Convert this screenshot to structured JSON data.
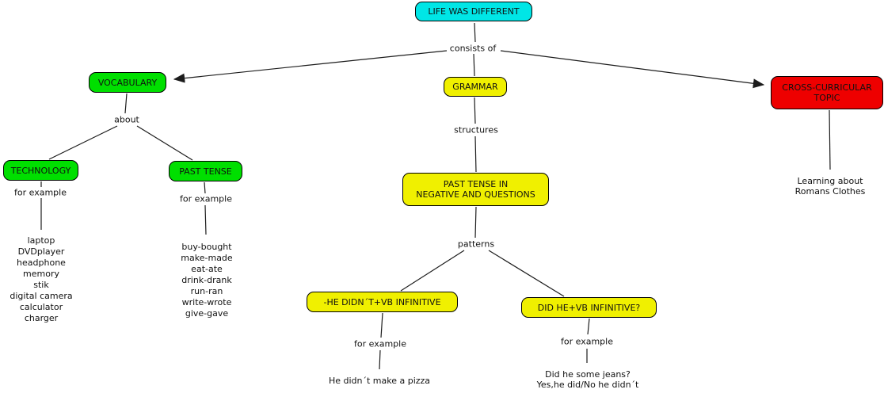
{
  "title": "LIFE WAS DIFFERENT concept map",
  "colors": {
    "node_cyan": "#00E6E6",
    "node_green": "#00DF00",
    "node_yellow": "#F0F000",
    "node_red": "#EE0000",
    "line": "#1c1c1c",
    "text": "#111111"
  },
  "nodes": {
    "life": {
      "label": "LIFE WAS DIFFERENT"
    },
    "vocabulary": {
      "label": "VOCABULARY"
    },
    "grammar": {
      "label": "GRAMMAR"
    },
    "cross_curricular": {
      "line1": "CROSS-CURRICULAR",
      "line2": "TOPIC"
    },
    "technology": {
      "label": "TECHNOLOGY"
    },
    "past_tense": {
      "label": "PAST TENSE"
    },
    "past_tense_neg_q": {
      "line1": "PAST TENSE IN",
      "line2": "NEGATIVE AND QUESTIONS"
    },
    "neg_pattern": {
      "label": "-HE DIDN´T+VB INFINITIVE"
    },
    "q_pattern": {
      "label": "DID HE+VB INFINITIVE?"
    }
  },
  "links": {
    "consists_of": "consists of",
    "about": "about",
    "structures": "structures",
    "patterns": "patterns",
    "for_example_1": "for example",
    "for_example_2": "for example",
    "for_example_3": "for example",
    "for_example_4": "for example"
  },
  "examples": {
    "technology_items": [
      "laptop",
      "DVDplayer",
      "headphone",
      "memory",
      "stik",
      "digital camera",
      "calculator",
      "charger"
    ],
    "past_tense_items": [
      "buy-bought",
      "make-made",
      "eat-ate",
      "drink-drank",
      "run-ran",
      "write-wrote",
      "give-gave"
    ],
    "negative_example": "He didn´t make a pizza",
    "question_example_line1": "Did he some jeans?",
    "question_example_line2": "Yes,he did/No he didn´t",
    "cross_curricular_line1": "Learning about",
    "cross_curricular_line2": "Romans Clothes"
  }
}
